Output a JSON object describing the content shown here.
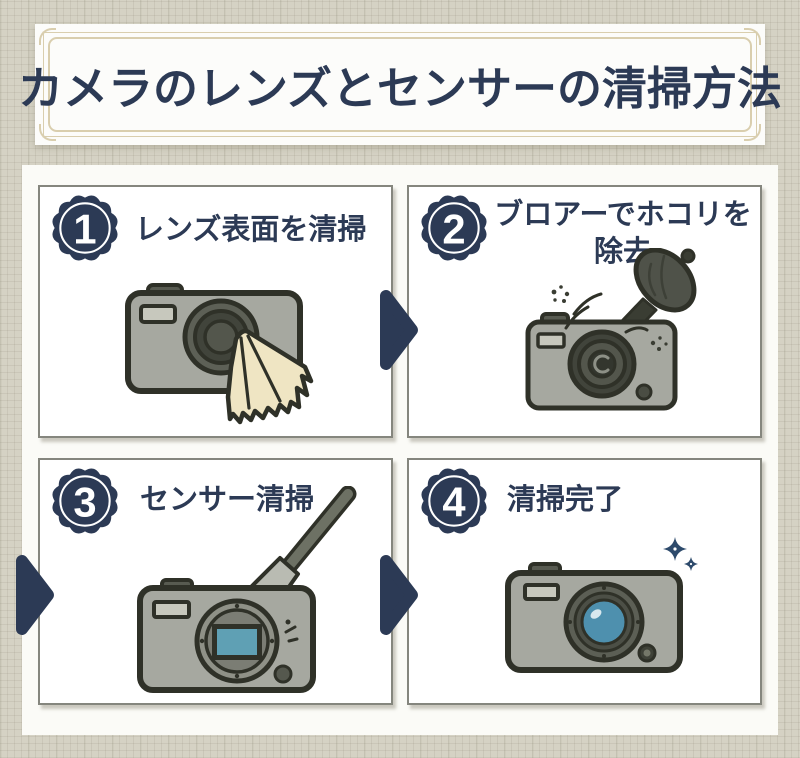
{
  "title": "カメラのレンズとセンサーの清掃方法",
  "steps": [
    {
      "number": "1",
      "label": "レンズ表面を清掃",
      "illustration": "camera-lens-wiped-with-cloth"
    },
    {
      "number": "2",
      "label": "ブロアーでホコリを除去",
      "lines": [
        "ブロアーでホコリを",
        "除去"
      ],
      "illustration": "camera-dusted-with-blower"
    },
    {
      "number": "3",
      "label": "センサー清掃",
      "illustration": "camera-sensor-cleaned-with-swab"
    },
    {
      "number": "4",
      "label": "清掃完了",
      "illustration": "clean-camera-with-sparkles"
    }
  ],
  "icons": {
    "flow_arrow": "▶",
    "sparkle": "✦",
    "badge_shape": "scalloped-seal"
  },
  "colors": {
    "navy": "#2c3a55",
    "sparkle_blue": "#2d4a6b",
    "background_beige": "#d5d2c4",
    "panel_white": "#fbfbf7",
    "card_border": "#85867e",
    "frame_tan": "#d9ceae",
    "outline_dark": "#2f3128",
    "camera_grey": "#a6a8a0",
    "cloth_cream": "#efe5c3",
    "sensor_teal": "#5fa0b4",
    "lens_blue": "#4e90ae"
  }
}
